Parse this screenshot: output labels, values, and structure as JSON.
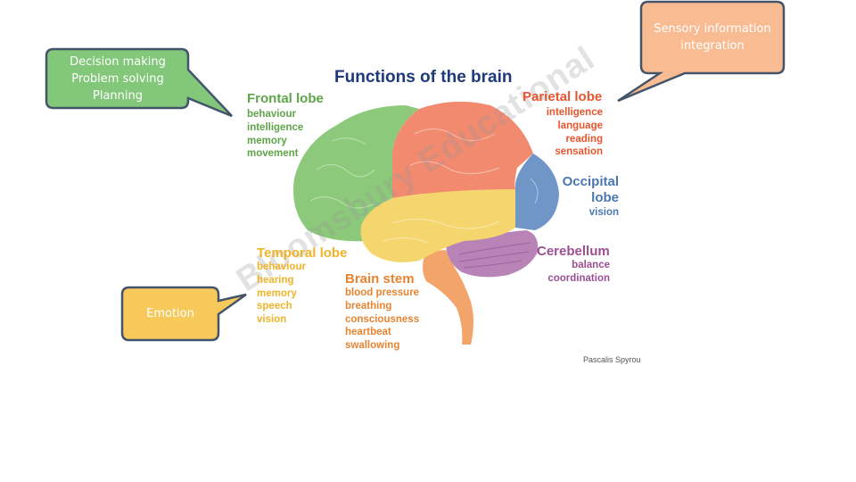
{
  "title": "Functions of the brain",
  "credit": "Pascalis Spyrou",
  "watermark": "Bloomsbury Educational",
  "callouts": {
    "frontal": {
      "text": "Decision making\nProblem solving\nPlanning",
      "color": "#82c77a"
    },
    "parietal": {
      "text": "Sensory information\nintegration",
      "color": "#f9bc92"
    },
    "temporal": {
      "text": "Emotion",
      "color": "#f7c95b"
    }
  },
  "regions": {
    "frontal": {
      "name": "Frontal lobe",
      "functions": "behaviour\nintelligence\nmemory\nmovement",
      "color": "#5fa54a"
    },
    "parietal": {
      "name": "Parietal lobe",
      "functions": "intelligence\nlanguage\nreading\nsensation",
      "color": "#e9552e"
    },
    "occipital": {
      "name": "Occipital\nlobe",
      "functions": "vision",
      "color": "#4a76b1"
    },
    "temporal": {
      "name": "Temporal lobe",
      "functions": "behaviour\nhearing\nmemory\nspeech\nvision",
      "color": "#f0b429"
    },
    "cerebellum": {
      "name": "Cerebellum",
      "functions": "balance\ncoordination",
      "color": "#9b4f93"
    },
    "brainstem": {
      "name": "Brain stem",
      "functions": "blood pressure\nbreathing\nconsciousness\nheartbeat\nswallowing",
      "color": "#e8832f"
    }
  },
  "brain_colors": {
    "frontal": "#8cc97a",
    "parietal": "#f28a6f",
    "occipital": "#6f96c7",
    "temporal": "#f5d66e",
    "cerebellum": "#b884b8",
    "brainstem": "#f3a46a",
    "callout_border": "#44546a"
  }
}
